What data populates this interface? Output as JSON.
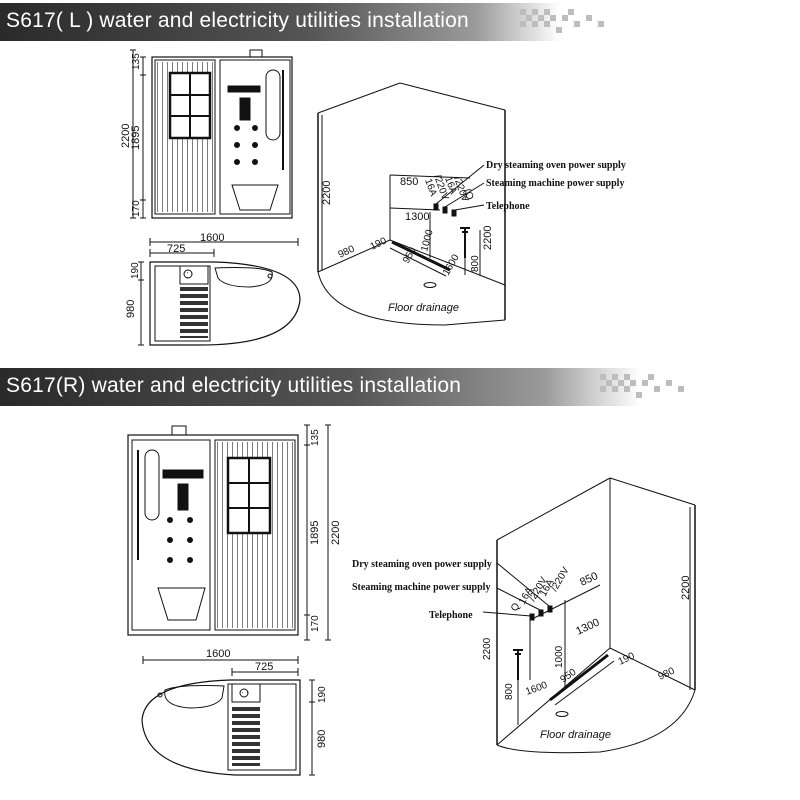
{
  "colors": {
    "banner_dark": "#2a2a2a",
    "banner_light": "#9a9a9a",
    "line": "#111111"
  },
  "sections": {
    "left": {
      "title": "S617( L ) water and electricity utilities installation",
      "front_dims": {
        "total_height": "2200",
        "panel_height": "1895",
        "top": "135",
        "bottom": "170"
      },
      "plan_dims": {
        "width": "1600",
        "seat_width": "725",
        "depth": "980",
        "corner": "190"
      },
      "room_dims": {
        "socket_height": "850",
        "socket_offset": "1300",
        "wall_height": "2200",
        "tap_height": "1000",
        "tap_low": "800",
        "floor_a": "980",
        "floor_b": "190",
        "floor_c": "950",
        "floor_d": "1600",
        "left_wall": "2200"
      },
      "labels": {
        "dry_oven": "Dry steaming oven power supply",
        "steam_machine": "Steaming machine power supply",
        "telephone": "Telephone",
        "floor_drainage": "Floor drainage",
        "socket_16a": "16A",
        "socket_220v": "/220V",
        "socket_16a_b": "16A",
        "socket_220v_b": "/220V",
        "socket_q": "(Q"
      }
    },
    "right": {
      "title": "S617(R) water and electricity utilities installation",
      "front_dims": {
        "total_height": "2200",
        "panel_height": "1895",
        "top": "135",
        "bottom": "170"
      },
      "plan_dims": {
        "width": "1600",
        "seat_width": "725",
        "depth": "980",
        "corner": "190"
      },
      "room_dims": {
        "socket_height": "850",
        "socket_offset": "1300",
        "wall_height": "2200",
        "tap_height": "1000",
        "tap_low": "800",
        "floor_a": "980",
        "floor_b": "190",
        "floor_c": "950",
        "floor_d": "1600",
        "left_wall": "2200"
      },
      "labels": {
        "dry_oven": "Dry steaming oven power supply",
        "steam_machine": "Steaming machine power supply",
        "telephone": "Telephone",
        "floor_drainage": "Floor drainage",
        "socket_q": "Q",
        "socket_16a": "16A",
        "socket_220v": "/220V",
        "socket_16a_b": "16A",
        "socket_220v_b": "/220V"
      }
    }
  }
}
